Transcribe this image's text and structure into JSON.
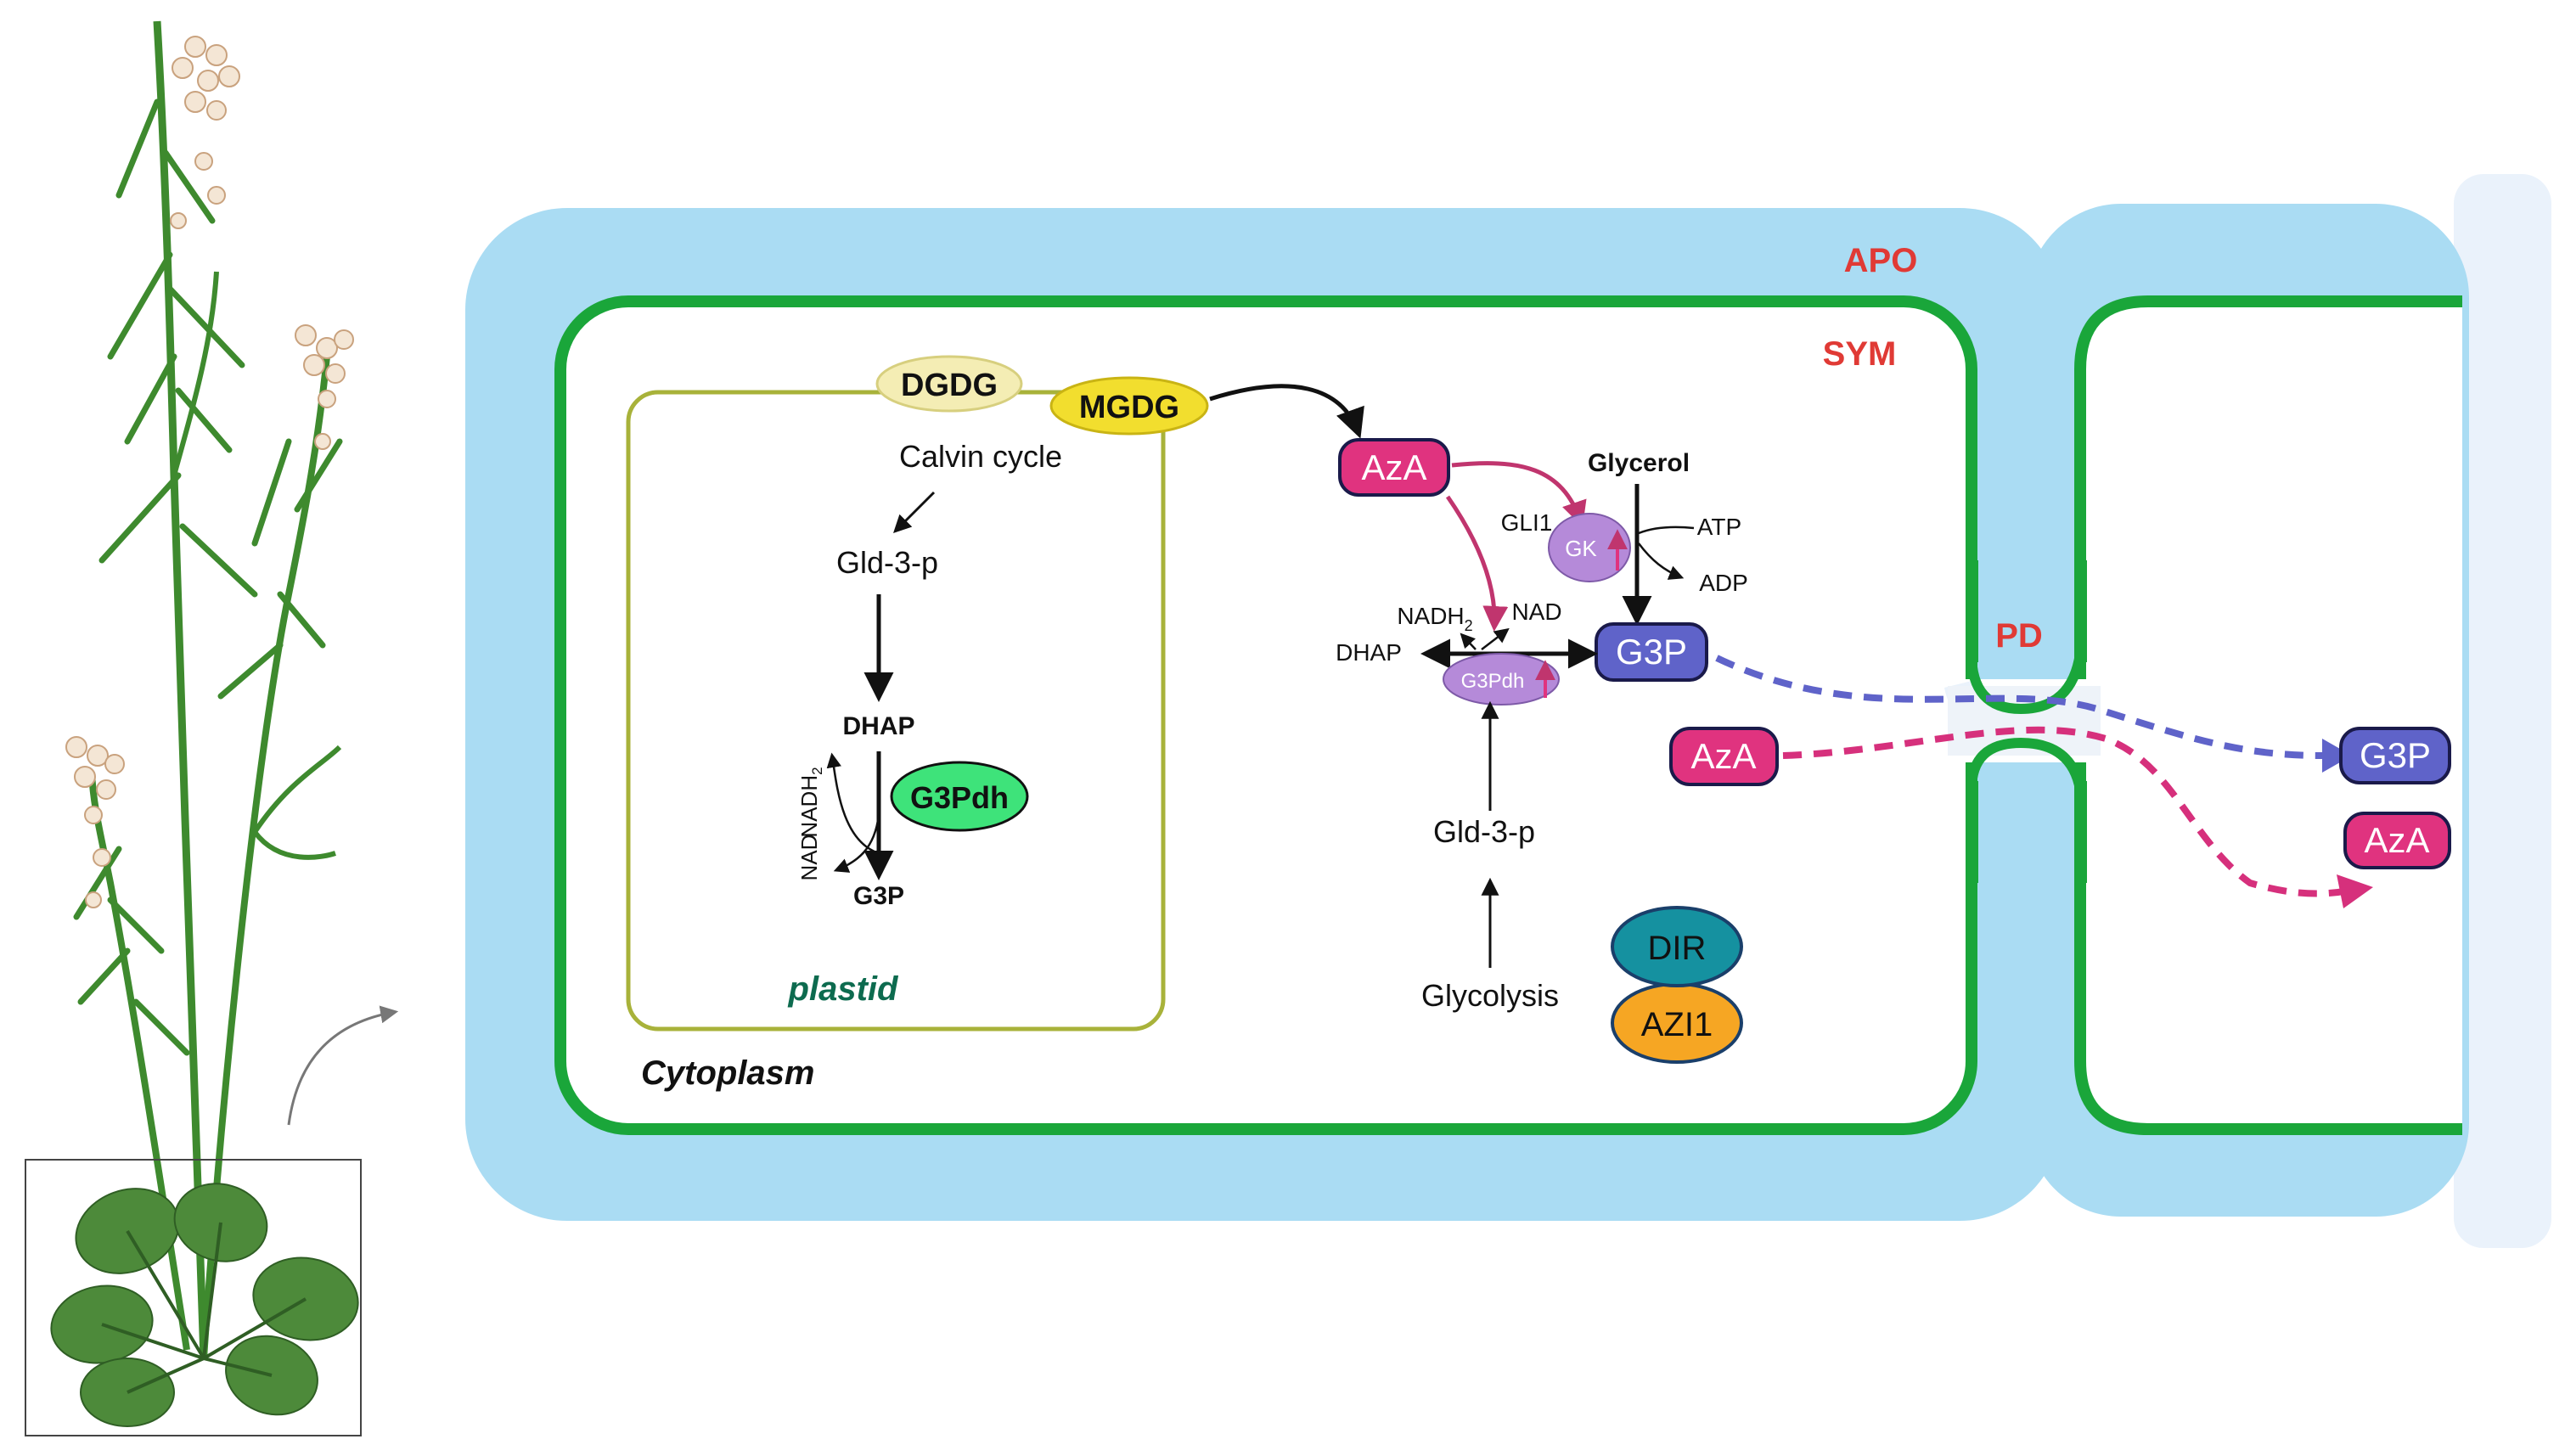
{
  "regions": {
    "apo": "APO",
    "sym": "SYM",
    "pd": "PD",
    "cytoplasm": "Cytoplasm",
    "plastid": "plastid"
  },
  "plastid": {
    "dgdg": "DGDG",
    "mgdg": "MGDG",
    "calvin": "Calvin cycle",
    "gld3p": "Gld-3-p",
    "dhap": "DHAP",
    "g3pdh": "G3Pdh",
    "nadh2": "NADH",
    "nadh2_sub": "2",
    "nad": "NAD",
    "g3p": "G3P"
  },
  "cytosol": {
    "aza": "AzA",
    "glycerol": "Glycerol",
    "gli1": "GLI1",
    "gk": "GK",
    "atp": "ATP",
    "adp": "ADP",
    "nadh2": "NADH",
    "nadh2_sub": "2",
    "nad": "NAD",
    "dhap": "DHAP",
    "g3pdh": "G3Pdh",
    "g3p": "G3P",
    "aza2": "AzA",
    "gld3p": "Gld-3-p",
    "glycolysis": "Glycolysis",
    "dir": "DIR",
    "azi1": "AZI1"
  },
  "neighbor": {
    "g3p": "G3P",
    "aza": "AzA"
  },
  "colors": {
    "apoplast": "#aadcf3",
    "cell_wall_light": "#eaf2fb",
    "membrane": "#1aa63a",
    "plastid": "#a8b23a",
    "aza": "#e0337f",
    "g3p": "#5f63c9",
    "red_label": "#e03a35",
    "plastid_label": "#0d6b4f",
    "g3pdh_green": "#3ee37a",
    "enzyme_purple": "#b58ad9",
    "dir": "#1591a0",
    "azi1": "#f6a623",
    "dgdg": "#f4edb4",
    "mgdg": "#f2de2e"
  }
}
